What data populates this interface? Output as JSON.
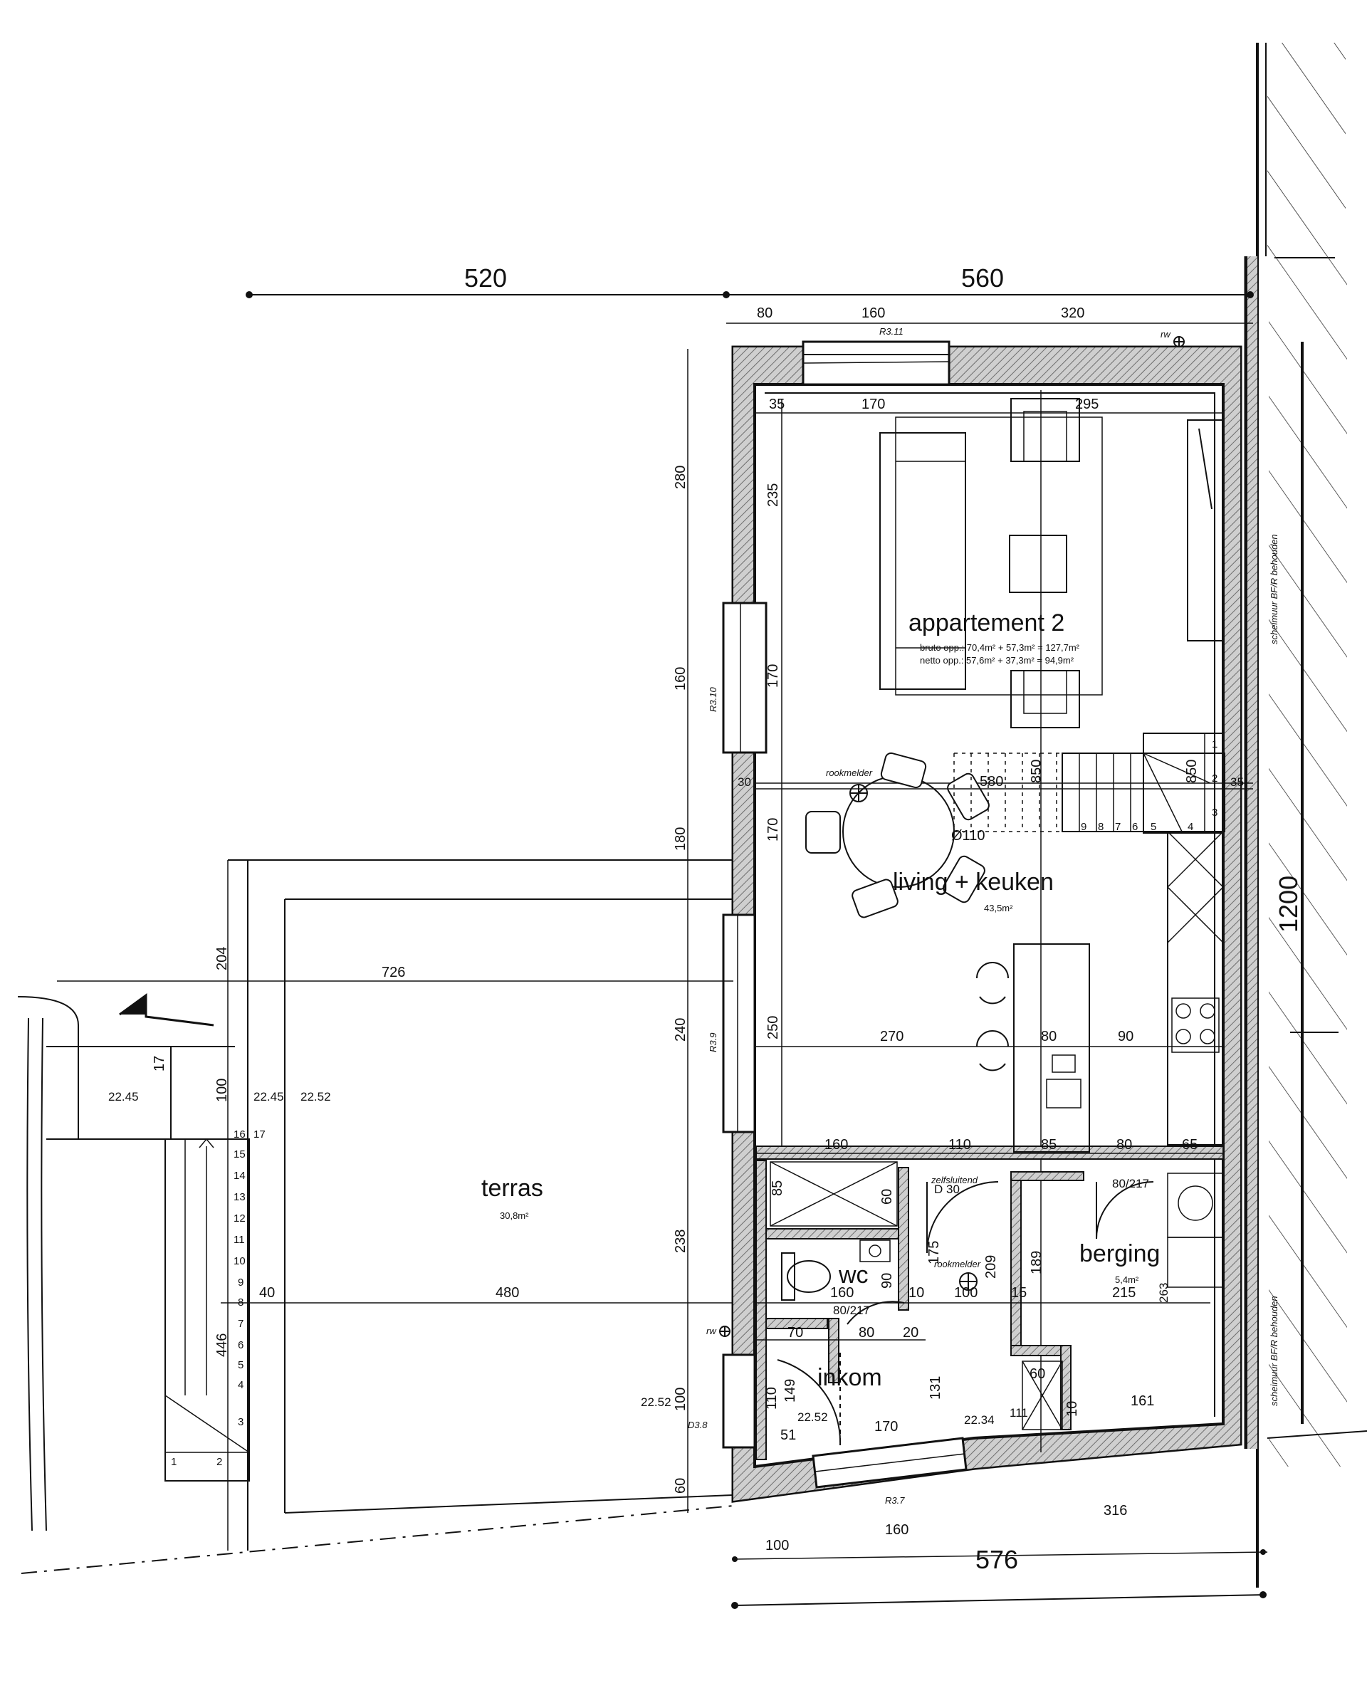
{
  "plan": {
    "rooms": {
      "apartment_name": "appartement 2",
      "bruto_area": "bruto opp.: 70,4m² + 57,3m² = 127,7m²",
      "netto_area": "netto opp.: 57,6m² + 37,3m² = 94,9m²",
      "living_name": "living + keuken",
      "living_area": "43,5m²",
      "terrace_name": "terras",
      "terrace_area": "30,8m²",
      "storage_name": "berging",
      "storage_area": "5,4m²",
      "wc_name": "wc",
      "entry_name": "inkom"
    },
    "overall_dims": {
      "top_left": "520",
      "top_right": "560",
      "bottom": "576",
      "right": "1200"
    },
    "top_dims": [
      "80",
      "160",
      "320"
    ],
    "inner_top_dims": [
      "35",
      "170",
      "295"
    ],
    "left_dims": [
      "280",
      "160",
      "180",
      "240",
      "238",
      "100",
      "60"
    ],
    "inner_left_dims": [
      "235",
      "170",
      "170",
      "250"
    ],
    "bottom_dims": [
      "100",
      "160",
      "316"
    ],
    "kitchen_row_dims": [
      "270",
      "80",
      "90"
    ],
    "lower_row_dims": [
      "160",
      "110",
      "85",
      "80",
      "65"
    ],
    "entry_row_dims": [
      "40",
      "480",
      "160",
      "10",
      "100",
      "15",
      "215"
    ],
    "entry_inner_dims": [
      "70",
      "80",
      "20",
      "110",
      "149",
      "51",
      "170",
      "131",
      "111",
      "161",
      "60",
      "10"
    ],
    "terrace_dims": [
      "726",
      "204",
      "100",
      "17",
      "16",
      "446"
    ],
    "stair_dims": [
      "580",
      "850",
      "850",
      "Ø110",
      "35",
      "30"
    ],
    "wc_dims": [
      "85",
      "60",
      "90",
      "175",
      "209",
      "189",
      "263"
    ],
    "door_tags": [
      "80/217",
      "80/217",
      "D 30"
    ],
    "window_tags": [
      "R3.11",
      "R3.10",
      "R3.9",
      "D3.8",
      "R3.7"
    ],
    "levels": [
      "22.45",
      "22.45",
      "22.52",
      "22.52",
      "22.52",
      "22.34"
    ],
    "stair_steps_left": [
      "1",
      "2",
      "3",
      "4",
      "5",
      "6",
      "7",
      "8",
      "9",
      "10",
      "11",
      "12",
      "13",
      "14",
      "15",
      "16",
      "17"
    ],
    "stair_steps_right": [
      "1",
      "2",
      "3",
      "4",
      "5",
      "6",
      "7",
      "8",
      "9"
    ],
    "annotations": {
      "smoke_1": "rookmelder",
      "smoke_2": "rookmelder",
      "self_closing": "zelfsluitend",
      "rw_1": "rw",
      "rw_2": "rw",
      "wall_note_1": "scheimuur BF/R behouden",
      "wall_note_2": "scheimuur BF/R behouden"
    }
  }
}
